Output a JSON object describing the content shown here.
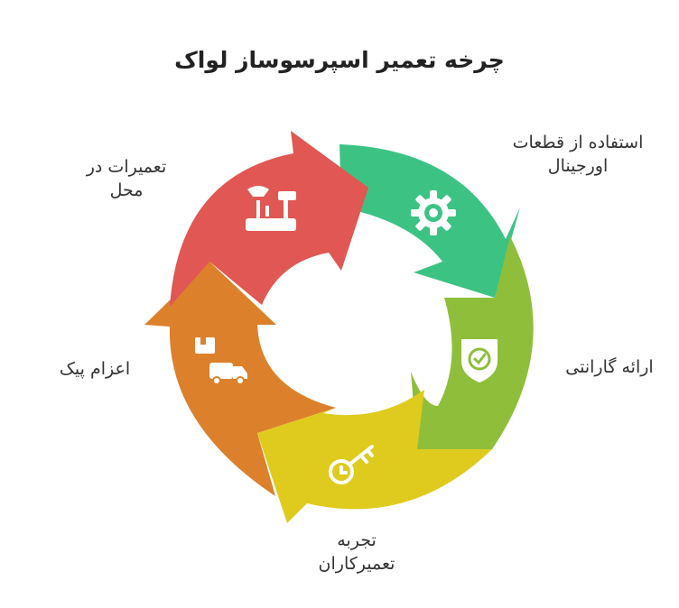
{
  "title": "چرخه تعمیر اسپرسوساز لواک",
  "segments": [
    {
      "label": "استفاده از قطعات\nاورجینال",
      "color": "#3cc384",
      "icon": "gear-icon"
    },
    {
      "label": "ارائه گارانتی",
      "color": "#8fbe3b",
      "icon": "shield-check-icon"
    },
    {
      "label": "تجربه\nتعمیرکاران",
      "color": "#dfcb1d",
      "icon": "key-icon"
    },
    {
      "label": "اعزام پیک",
      "color": "#dc802b",
      "icon": "delivery-truck-icon"
    },
    {
      "label": "تعمیرات در\nمحل",
      "color": "#e05753",
      "icon": "tools-icon"
    }
  ]
}
